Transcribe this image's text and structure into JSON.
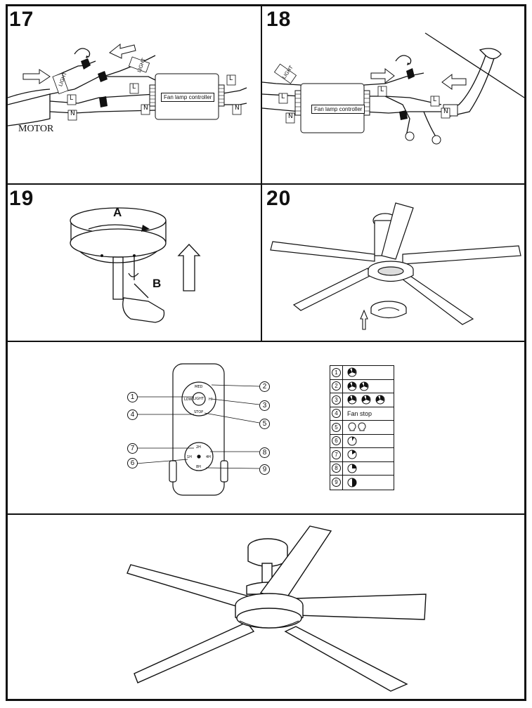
{
  "steps": {
    "s17": {
      "number": "17",
      "controller_label": "Fan lamp controller",
      "motor_label": "MOTOR",
      "wire_light": "LIGHT",
      "wire_l": "L",
      "wire_n": "N"
    },
    "s18": {
      "number": "18",
      "controller_label": "Fan lamp controller",
      "wire_light": "LIGHT",
      "wire_l": "L",
      "wire_n": "N"
    },
    "s19": {
      "number": "19",
      "label_a": "A",
      "label_b": "B"
    },
    "s20": {
      "number": "20"
    }
  },
  "remote": {
    "buttons": {
      "med": "MED",
      "low": "LOW",
      "hi": "HI",
      "light": "LIGHT",
      "stop": "STOP",
      "t2h": "2H",
      "t1h": "1H",
      "t4h": "4H",
      "t8h": "8H"
    },
    "callouts": [
      "1",
      "2",
      "3",
      "4",
      "5",
      "6",
      "7",
      "8",
      "9"
    ]
  },
  "legend": {
    "rows": [
      {
        "num": "1",
        "icon": "fan-low-icon",
        "text": ""
      },
      {
        "num": "2",
        "icon": "fan-med-icon",
        "text": ""
      },
      {
        "num": "3",
        "icon": "fan-high-icon",
        "text": ""
      },
      {
        "num": "4",
        "icon": "",
        "text": "Fan stop"
      },
      {
        "num": "5",
        "icon": "light-bulb-icon",
        "text": ""
      },
      {
        "num": "6",
        "icon": "timer-1h-icon",
        "text": ""
      },
      {
        "num": "7",
        "icon": "timer-2h-icon",
        "text": ""
      },
      {
        "num": "8",
        "icon": "timer-4h-icon",
        "text": ""
      },
      {
        "num": "9",
        "icon": "timer-8h-icon",
        "text": ""
      }
    ]
  }
}
